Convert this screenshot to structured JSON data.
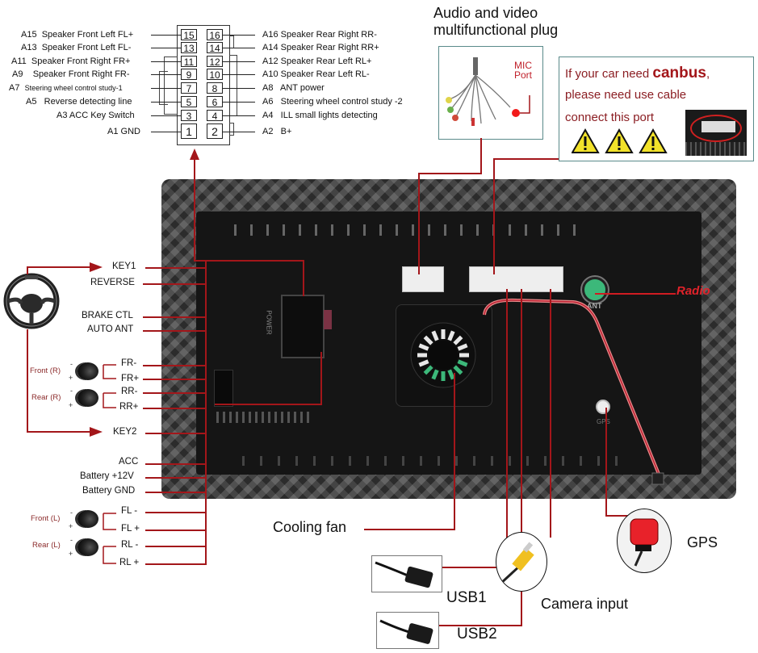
{
  "harness": {
    "left_pins": [
      {
        "code": "A15",
        "desc": "Speaker Front Left FL+",
        "pin": "15"
      },
      {
        "code": "A13",
        "desc": "Speaker Front Left FL-",
        "pin": "13"
      },
      {
        "code": "A11",
        "desc": "Speaker Front Right FR+",
        "pin": "11"
      },
      {
        "code": "A9",
        "desc": "Speaker Front Right FR-",
        "pin": "9"
      },
      {
        "code": "A7",
        "desc": "Steering wheel control study-1",
        "pin": "7"
      },
      {
        "code": "A5",
        "desc": "Reverse detecting line",
        "pin": "5"
      },
      {
        "code": "A3",
        "desc": "ACC Key Switch",
        "pin": "3"
      },
      {
        "code": "A1",
        "desc": "GND",
        "pin": "1"
      }
    ],
    "right_pins": [
      {
        "code": "A16",
        "desc": "Speaker Rear Right RR-",
        "pin": "16"
      },
      {
        "code": "A14",
        "desc": "Speaker Rear Right RR+",
        "pin": "14"
      },
      {
        "code": "A12",
        "desc": "Speaker Rear Left RL+",
        "pin": "12"
      },
      {
        "code": "A10",
        "desc": "Speaker Rear Left RL-",
        "pin": "10"
      },
      {
        "code": "A8",
        "desc": "ANT power",
        "pin": "8"
      },
      {
        "code": "A6",
        "desc": "Steering wheel control study -2",
        "pin": "6"
      },
      {
        "code": "A4",
        "desc": "ILL small lights detecting",
        "pin": "4"
      },
      {
        "code": "A2",
        "desc": "B+",
        "pin": "2"
      }
    ]
  },
  "av_plug": {
    "title_line1": "Audio and video",
    "title_line2": "multifunctional plug",
    "mic_label_line1": "MIC",
    "mic_label_line2": "Port"
  },
  "canbus_note": {
    "line1_prefix": "If your car need ",
    "line1_emph": "canbus",
    "line1_suffix": ",",
    "line2": "please need use cable",
    "line3": "connect this port",
    "warning_count": 3
  },
  "left_wires": {
    "key1": "KEY1",
    "reverse": "REVERSE",
    "brake": "BRAKE CTL",
    "auto_ant": "AUTO ANT",
    "fr_minus": "FR-",
    "fr_plus": "FR+",
    "rr_minus": "RR-",
    "rr_plus": "RR+",
    "key2": "KEY2",
    "acc": "ACC",
    "battery_12v": "Battery +12V",
    "battery_gnd": "Battery GND",
    "fl_minus": "FL -",
    "fl_plus": "FL +",
    "rl_minus": "RL -",
    "rl_plus": "RL +"
  },
  "speakers": {
    "front_r": "Front (R)",
    "rear_r": "Rear (R)",
    "front_l": "Front (L)",
    "rear_l": "Rear (L)",
    "minus": "-",
    "plus": "+"
  },
  "unit": {
    "power_label": "POWER",
    "ant_label": "ANT",
    "gps_port_label": "GPS",
    "radio_label": "Radio"
  },
  "bottom_labels": {
    "cooling_fan": "Cooling fan",
    "usb1": "USB1",
    "usb2": "USB2",
    "camera": "Camera input",
    "gps": "GPS"
  },
  "colors": {
    "wire": "#a3161a",
    "radio_label": "#e0222a",
    "canbus_text": "#8b1e23",
    "box_border": "#5a8a8a",
    "ant_green": "#3cb87a"
  }
}
